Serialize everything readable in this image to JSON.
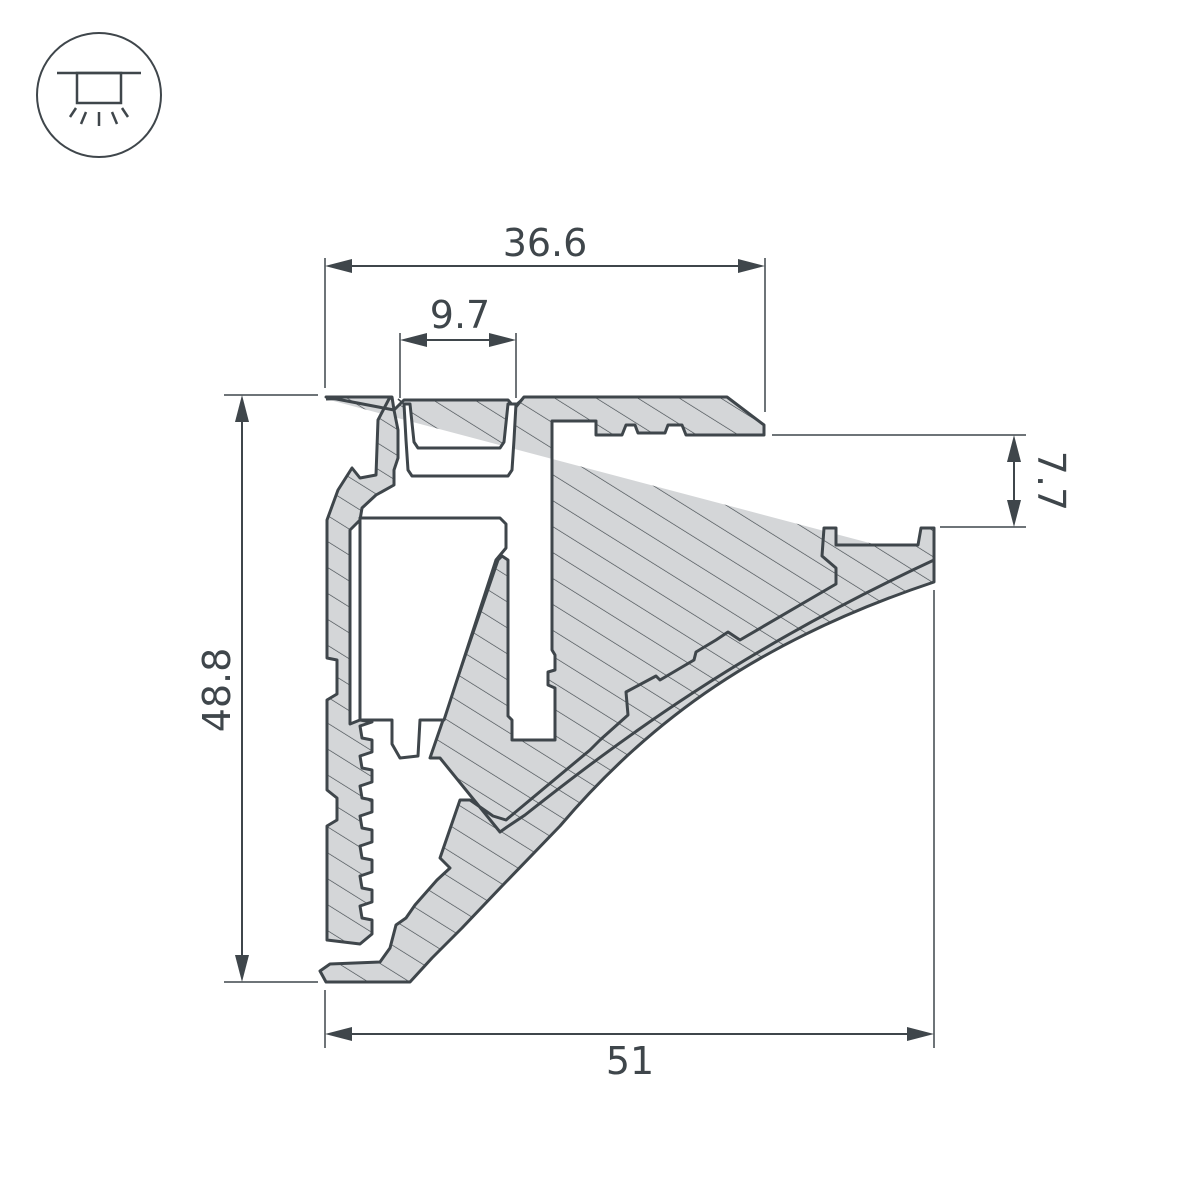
{
  "icon": {
    "name": "ceiling-mount-light-icon",
    "stroke_color": "#3f464b",
    "background": "#ffffff"
  },
  "colors": {
    "line": "#3f464b",
    "hatch_fill": "#d4d6d8",
    "hatch_line": "#3f464b"
  },
  "dimensions": {
    "top_width": "36.6",
    "channel_width": "9.7",
    "side_offset": "7.7",
    "height": "48.8",
    "bottom_width": "51"
  }
}
